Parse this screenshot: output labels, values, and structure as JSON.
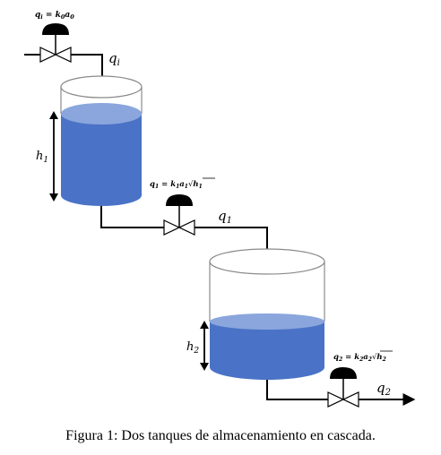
{
  "diagram": {
    "valve_inlet": {
      "formula": {
        "lhs": "q",
        "lhs_sub": "i",
        "eq": " = ",
        "k": "k",
        "k_sub": "0",
        "a": "a",
        "a_sub": "0"
      }
    },
    "inlet_flow_label": {
      "sym": "q",
      "sub": "i"
    },
    "tank1_level_label": {
      "sym": "h",
      "sub": "1"
    },
    "valve1": {
      "formula": {
        "lhs": "q",
        "lhs_sub": "1",
        "eq": " = ",
        "k": "k",
        "k_sub": "1",
        "a": "a",
        "a_sub": "1",
        "root": "h",
        "root_sub": "1"
      }
    },
    "flow1_label": {
      "sym": "q",
      "sub": "1"
    },
    "tank2_level_label": {
      "sym": "h",
      "sub": "2"
    },
    "valve2": {
      "formula": {
        "lhs": "q",
        "lhs_sub": "2",
        "eq": " = ",
        "k": "k",
        "k_sub": "2",
        "a": "a",
        "a_sub": "2",
        "root": "h",
        "root_sub": "2"
      }
    },
    "flow2_label": {
      "sym": "q",
      "sub": "2"
    }
  },
  "caption": "Figura 1: Dos tanques de almacenamiento en cascada.",
  "colors": {
    "water": "#4a72c6",
    "water_surface": "#8aa6dc",
    "pipe": "#000000",
    "tank_outline": "#8a8a8a"
  }
}
